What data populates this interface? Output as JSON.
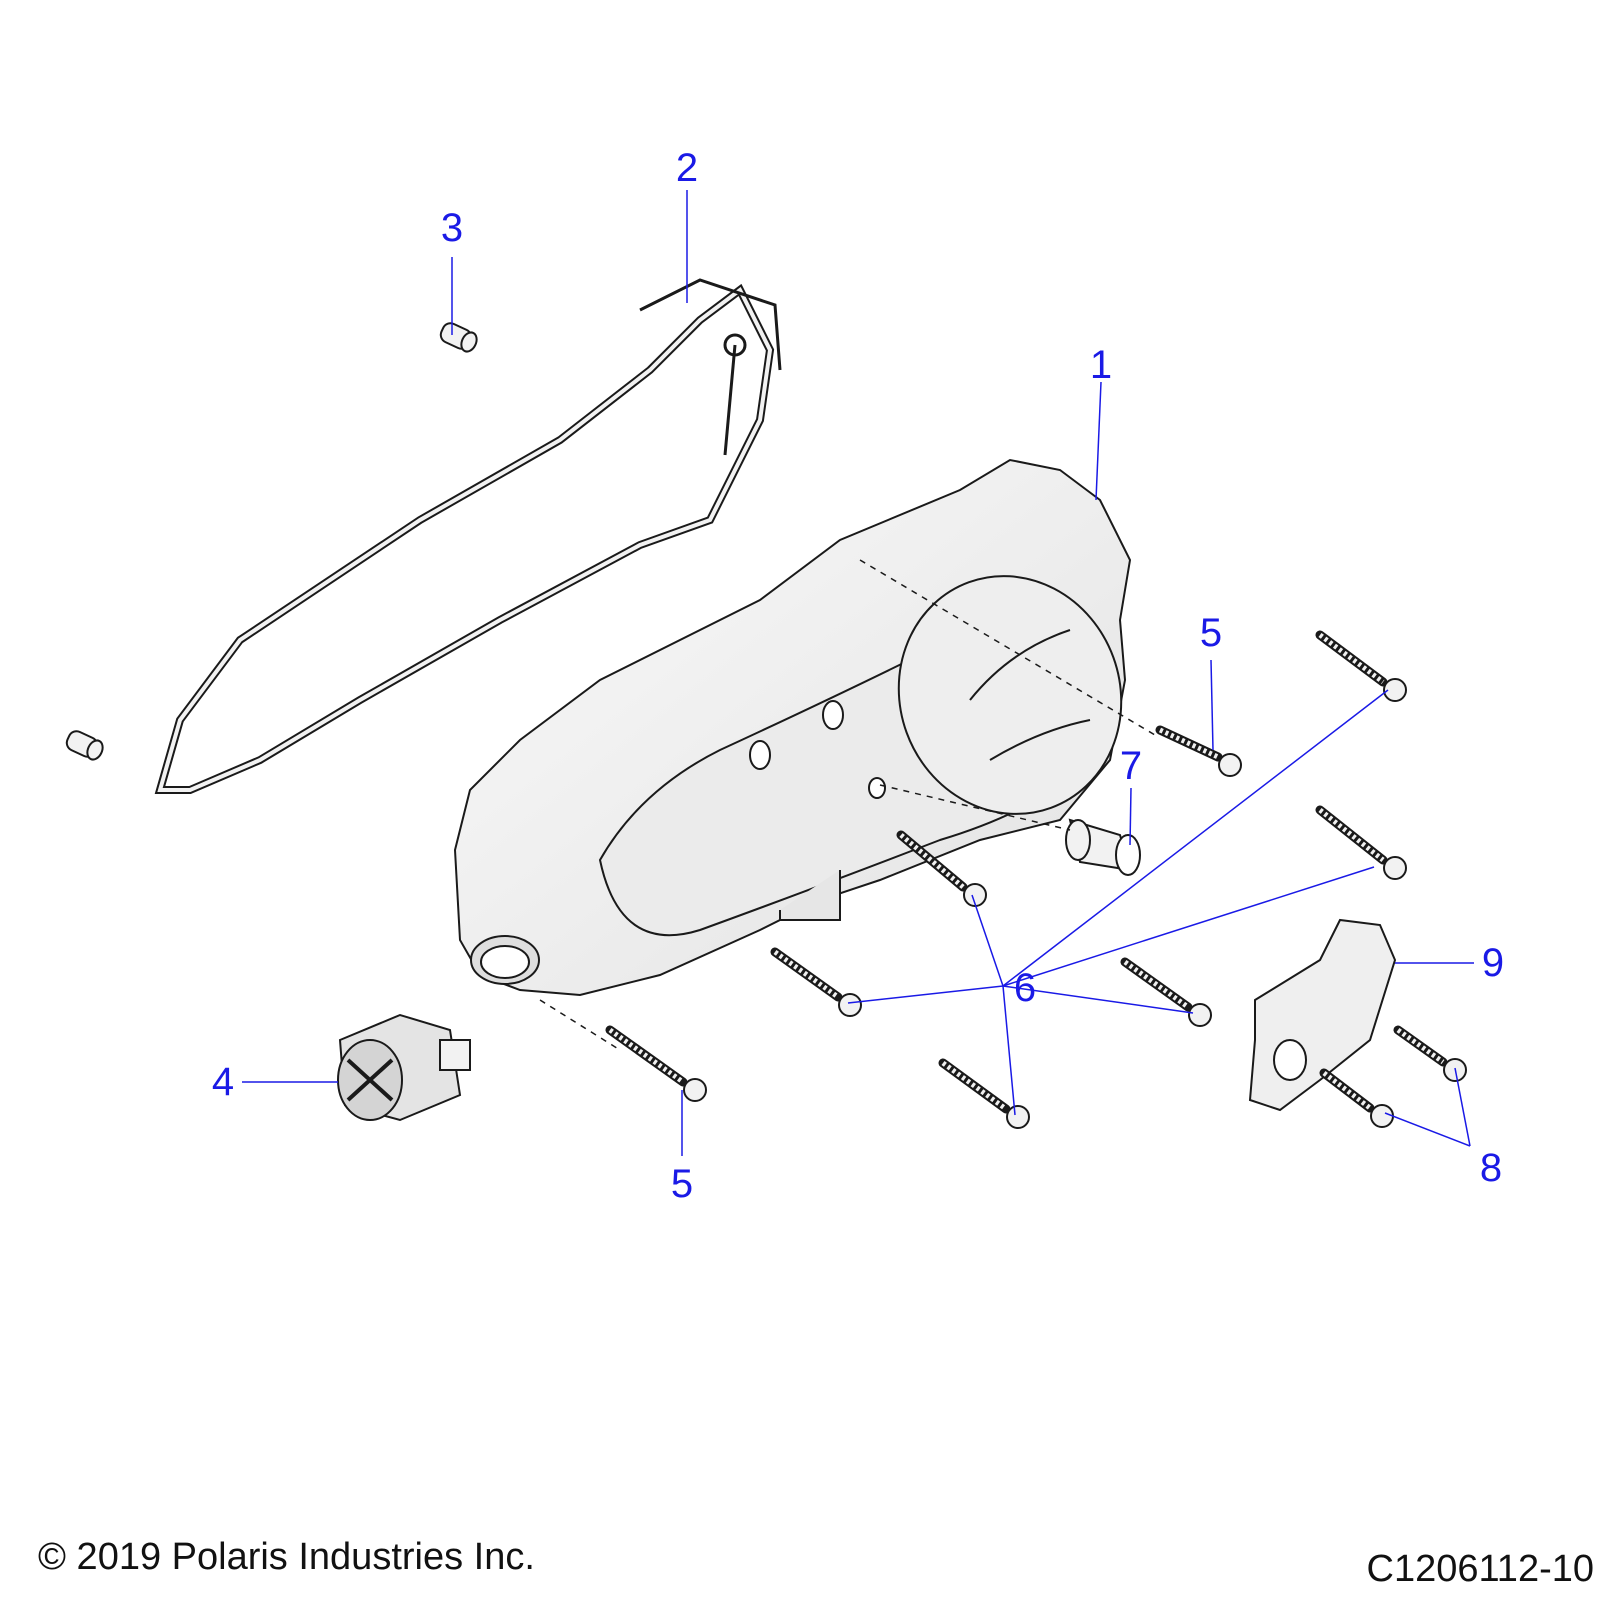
{
  "diagram": {
    "callouts": [
      {
        "id": "1",
        "label": "1"
      },
      {
        "id": "2",
        "label": "2"
      },
      {
        "id": "3",
        "label": "3"
      },
      {
        "id": "4",
        "label": "4"
      },
      {
        "id": "5a",
        "label": "5"
      },
      {
        "id": "5b",
        "label": "5"
      },
      {
        "id": "6",
        "label": "6"
      },
      {
        "id": "7",
        "label": "7"
      },
      {
        "id": "8",
        "label": "8"
      },
      {
        "id": "9",
        "label": "9"
      }
    ],
    "leader_color": "#1a1ae6",
    "line_color": "#1a1a1a",
    "part_fill": "#f2f2f2"
  },
  "footer": {
    "copyright": "© 2019 Polaris Industries Inc.",
    "drawing_id": "C1206112-10"
  }
}
